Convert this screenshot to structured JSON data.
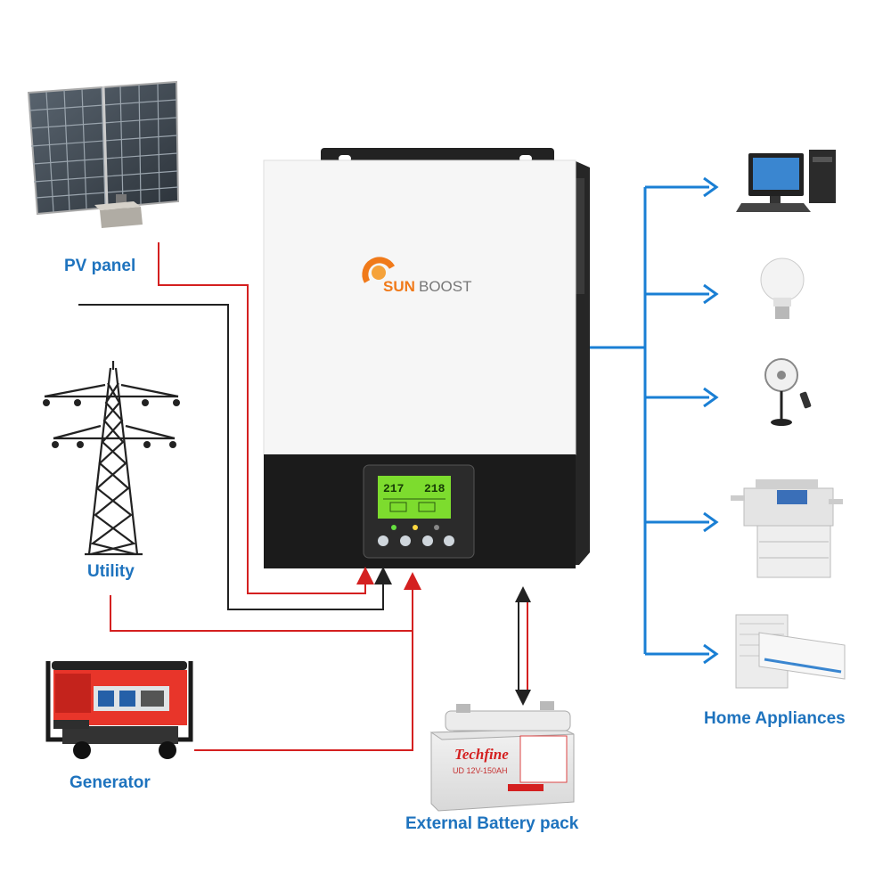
{
  "labels": {
    "pv_panel": "PV panel",
    "utility": "Utility",
    "generator": "Generator",
    "battery": "External Battery pack",
    "appliances": "Home Appliances"
  },
  "inverter": {
    "brand_prefix": "SUN",
    "brand_suffix": "BOOST",
    "lcd_left": "217",
    "lcd_right": "218"
  },
  "battery": {
    "brand": "Techfine",
    "model": "UD 12V-150AH"
  },
  "colors": {
    "label_blue": "#1e73be",
    "ac_line_blue": "#1a7fd4",
    "dc_positive": "#d42020",
    "dc_negative": "#222222",
    "brand_orange": "#f07a1a",
    "lcd_green": "#7ddc2e"
  },
  "icons": [
    "solar-panel-icon",
    "power-tower-icon",
    "generator-icon",
    "battery-icon",
    "computer-icon",
    "light-bulb-icon",
    "fan-icon",
    "printer-icon",
    "air-conditioner-icon"
  ]
}
